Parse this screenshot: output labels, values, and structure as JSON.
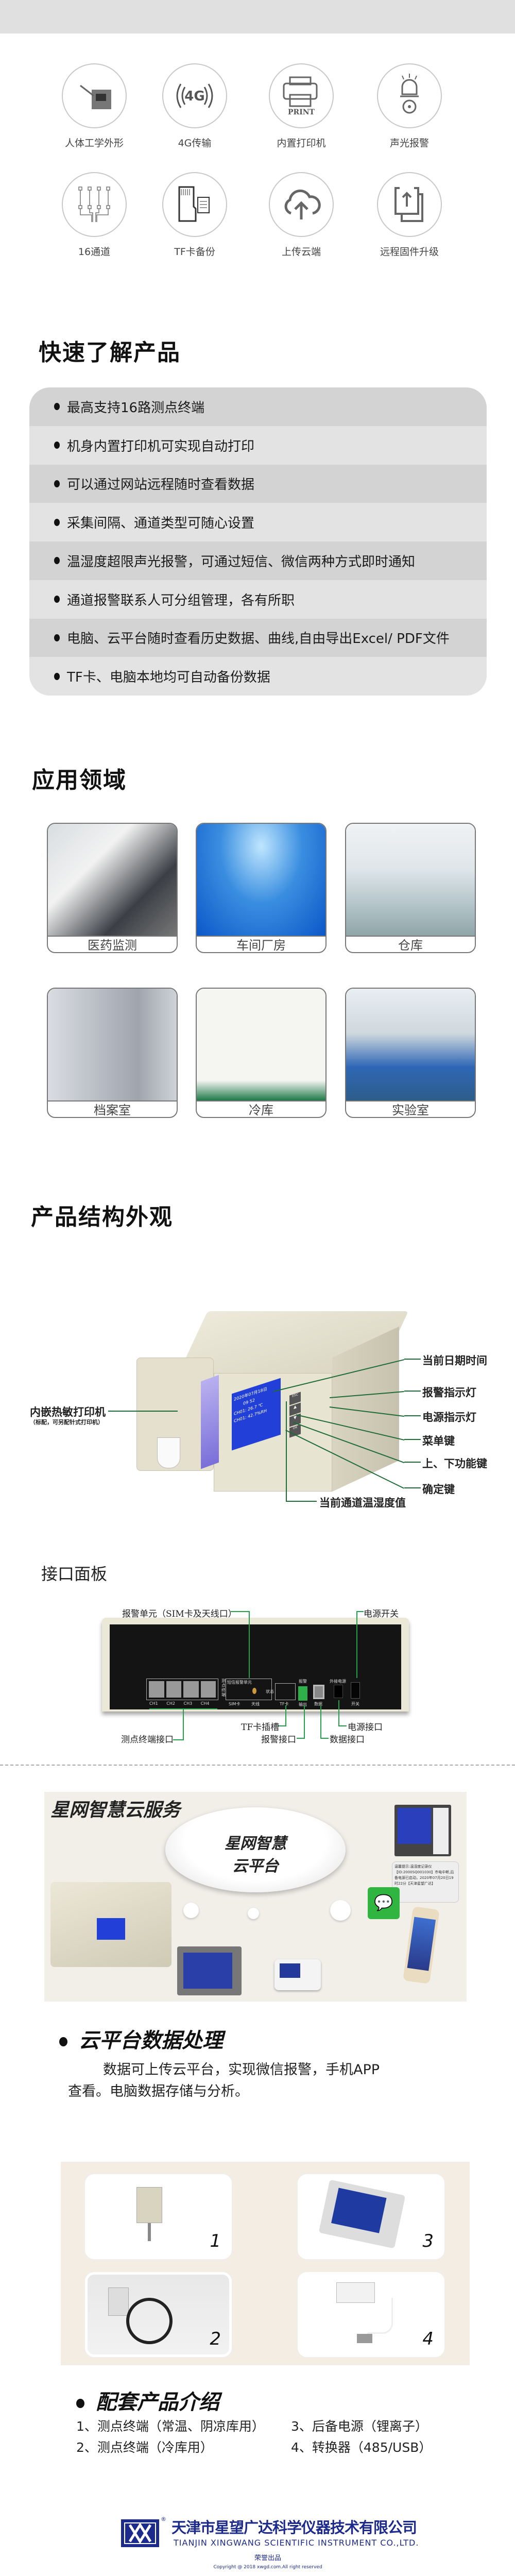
{
  "features": [
    {
      "label": "人体工学外形",
      "icon": "ergonomic-device-icon"
    },
    {
      "label": "4G传输",
      "icon": "4g-signal-icon",
      "glyph": "4G"
    },
    {
      "label": "内置打印机",
      "icon": "printer-icon",
      "glyph": "PRINT"
    },
    {
      "label": "声光报警",
      "icon": "alarm-light-icon"
    },
    {
      "label": "16通道",
      "icon": "channels-icon"
    },
    {
      "label": "TF卡备份",
      "icon": "tf-card-icon"
    },
    {
      "label": "上传云端",
      "icon": "cloud-upload-icon"
    },
    {
      "label": "远程固件升级",
      "icon": "firmware-upgrade-icon"
    }
  ],
  "quick": {
    "title": "快速了解产品",
    "items": [
      "最高支持16路测点终端",
      "机身内置打印机可实现自动打印",
      "可以通过网站远程随时查看数据",
      "采集间隔、通道类型可随心设置",
      "温湿度超限声光报警，可通过短信、微信两种方式即时通知",
      "通道报警联系人可分组管理，各有所职",
      "电脑、云平台随时查看历史数据、曲线,自由导出Excel/ PDF文件",
      "TF卡、电脑本地均可自动备份数据"
    ]
  },
  "applications": {
    "title": "应用领域",
    "items": [
      "医药监测",
      "车间厂房",
      "仓库",
      "档案室",
      "冷库",
      "实验室"
    ]
  },
  "structure": {
    "title": "产品结构外观",
    "printer_label": "内嵌热敏打印机",
    "printer_note": "（标配，可另配针式打印机）",
    "labels": [
      "当前日期时间",
      "报警指示灯",
      "电源指示灯",
      "菜单键",
      "上、下功能键",
      "确定键"
    ],
    "bottom_label": "当前通道温湿度值",
    "screen": [
      "2020年07月18日",
      "09 52",
      "CH01:  26.7 ℃",
      "CH01:  42.7%RH"
    ],
    "keys": [
      "ESC",
      "▲",
      "▼",
      "OK"
    ]
  },
  "interface": {
    "title": "接口面板",
    "labels": {
      "alarm_unit": "报警单元（SIM卡及天线口）",
      "power_switch": "电源开关",
      "tf_slot": "TF卡插槽",
      "power_port": "电源接口",
      "sensor_port": "测点终端接口",
      "alarm_port": "报警接口",
      "data_port": "数据接口"
    },
    "markings": {
      "channels": [
        "CH1",
        "CH2",
        "CH3",
        "CH4"
      ],
      "sensor": "测点终端",
      "sms_unit": "短信报警单元",
      "sim": "SIM卡",
      "antenna": "天线",
      "status": "状态",
      "tf": "TF卡",
      "alarm": "报警",
      "output": "输出",
      "data": "数据",
      "ext_power": "外接电源",
      "switch": "开关"
    }
  },
  "cloud": {
    "title": "星网智慧云服务",
    "cloud_line1": "星网智慧",
    "cloud_line2": "云平台",
    "sms": "温馨提示:温湿度记录仪【ID:2000SQ001030】市电中断,后备电源已启动，2020年07月20日19时22分【天津星望广达】"
  },
  "cloud_processing": {
    "heading": "云平台数据处理",
    "line1": "数据可上传云平台，实现微信报警，手机APP",
    "line2": "查看。电脑数据存储与分析。"
  },
  "accessories": {
    "numbers": [
      "1",
      "3",
      "2",
      "4"
    ],
    "heading": "配套产品介绍",
    "items": [
      "1、测点终端（常温、阴凉库用）",
      "3、后备电源（锂离子）",
      "2、测点终端（冷库用）",
      "4、转换器（485/USB）"
    ]
  },
  "footer": {
    "company_cn": "天津市星望广达科学仪器技术有限公司",
    "company_en": "TIANJIN XINGWANG SCIENTIFIC INSTRUMENT CO.,LTD.",
    "honor": "荣誉出品",
    "copyright": "Copyright @ 2018 xwgd.com.All right  reserved",
    "brand_color": "#1c2a8c"
  }
}
